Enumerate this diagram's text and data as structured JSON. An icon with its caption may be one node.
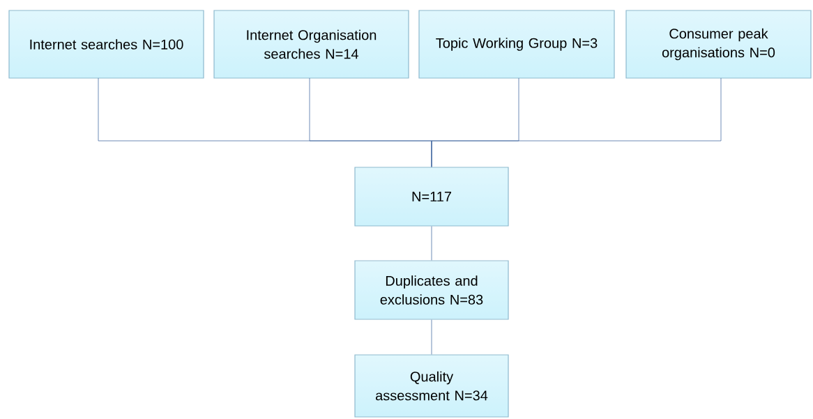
{
  "diagram": {
    "nodes": [
      {
        "text": [
          "Internet searches N=100"
        ]
      },
      {
        "text": [
          "Internet Organisation searches N=14"
        ]
      },
      {
        "text": [
          "Topic Working Group N=3"
        ]
      },
      {
        "text": [
          "Consumer peak organisations N=0"
        ]
      },
      {
        "text": [
          "N=117"
        ]
      },
      {
        "text": [
          "Duplicates and exclusions N=83"
        ]
      },
      {
        "text": [
          "Quality assessment N=34"
        ]
      }
    ],
    "edges": [
      {
        "from": 0,
        "to": 4,
        "arrow": "none"
      },
      {
        "from": 1,
        "to": 4,
        "arrow": "none"
      },
      {
        "from": 2,
        "to": 4,
        "arrow": "none"
      },
      {
        "from": 3,
        "to": 4,
        "arrow": "none"
      },
      {
        "from": 4,
        "to": 5,
        "arrow": "none"
      },
      {
        "from": 5,
        "to": 6,
        "arrow": "none"
      }
    ]
  }
}
